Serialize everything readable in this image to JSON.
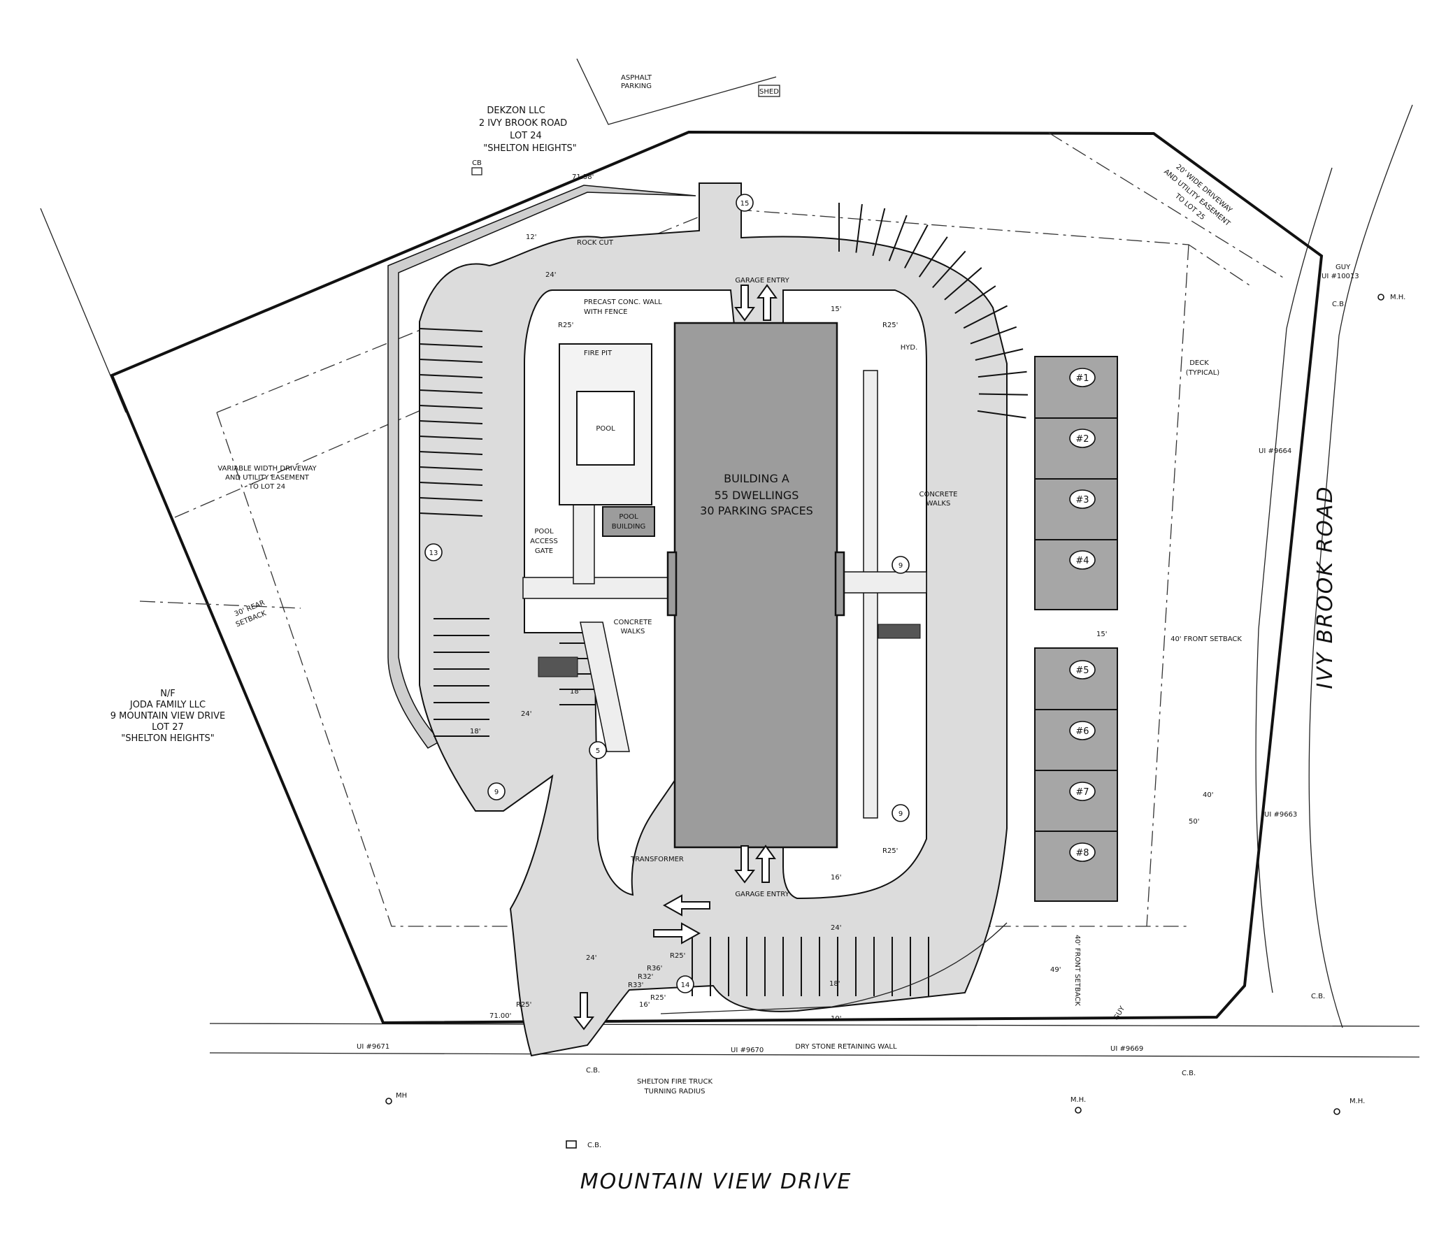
{
  "street_south": "MOUNTAIN   VIEW   DRIVE",
  "street_east": "IVY   BROOK   ROAD",
  "north_owner": [
    "DEKZON  LLC",
    "2  IVY  BROOK  ROAD",
    "LOT  24",
    "\"SHELTON  HEIGHTS\""
  ],
  "west_owner": [
    "N/F",
    "JODA  FAMILY  LLC",
    "9  MOUNTAIN  VIEW  DRIVE",
    "LOT  27",
    "\"SHELTON  HEIGHTS\""
  ],
  "asphalt_parking": [
    "ASPHALT",
    "PARKING"
  ],
  "shed": "SHED",
  "cb": "CB",
  "building": {
    "name": "BUILDING  A",
    "dwellings": "55  DWELLINGS",
    "parking": "30  PARKING  SPACES"
  },
  "units": [
    "#1",
    "#2",
    "#3",
    "#4",
    "#5",
    "#6",
    "#7",
    "#8"
  ],
  "stall_counts": [
    "15",
    "13",
    "9",
    "5",
    "9",
    "9",
    "14"
  ],
  "labels": {
    "rock_cut": "ROCK  CUT",
    "precast_wall": [
      "PRECAST  CONC.  WALL",
      "WITH  FENCE"
    ],
    "fire_pit": "FIRE  PIT",
    "pool": "POOL",
    "pool_building": [
      "POOL",
      "BUILDING"
    ],
    "pool_access_gate": [
      "POOL",
      "ACCESS",
      "GATE"
    ],
    "concrete_walks_left": [
      "CONCRETE",
      "WALKS"
    ],
    "concrete_walks_right": [
      "CONCRETE",
      "WALKS"
    ],
    "garage_entry_top": "GARAGE  ENTRY",
    "garage_entry_bottom": "GARAGE  ENTRY",
    "hyd": "HYD.",
    "transformer": "TRANSFORMER",
    "deck": [
      "DECK",
      "(TYPICAL)"
    ],
    "front_setback_right": "40'  FRONT  SETBACK",
    "front_setback_bottom": "40'  FRONT  SETBACK",
    "rear_setback": [
      "30'  REAR",
      "SETBACK"
    ],
    "driveway_easement_24": [
      "VARIABLE  WIDTH  DRIVEWAY",
      "AND  UTILITY  EASEMENT",
      "TO  LOT  24"
    ],
    "driveway_easement_25": [
      "20'  WIDE  DRIVEWAY",
      "AND  UTILITY  EASEMENT",
      "TO  LOT  25"
    ],
    "dry_stone_wall": "DRY  STONE  RETAINING  WALL",
    "fire_truck": [
      "SHELTON  FIRE  TRUCK",
      "TURNING  RADIUS"
    ]
  },
  "dimensions": {
    "d12": "12'",
    "d24_top": "24'",
    "d24_mid": "24'",
    "d24_bot": "24'",
    "d24_south": "24'",
    "d18a": "18'",
    "d18b": "18'",
    "d18c": "18'",
    "d16a": "16'",
    "d16b": "16'",
    "d15": "15'",
    "d10": "10'",
    "d49": "49'",
    "d40": "40'",
    "d50": "50'",
    "r25a": "R25'",
    "r25b": "R25'",
    "r25c": "R25'",
    "r25d": "R25'",
    "r25e": "R25'",
    "r25f": "R25'",
    "r36": "R36'",
    "r32": "R32'",
    "r33": "R33'",
    "l71_38": "71.38'",
    "l71_00": "71.00'"
  },
  "utilities": {
    "ui_10013": "UI #10013",
    "ui_9664": "UI #9664",
    "ui_9663": "UI #9663",
    "ui_9671": "UI #9671",
    "ui_9670": "UI #9670",
    "ui_9669": "UI #9669",
    "guy": "GUY",
    "mh": "M.H.",
    "mh2": "MH",
    "cb": "C.B."
  }
}
